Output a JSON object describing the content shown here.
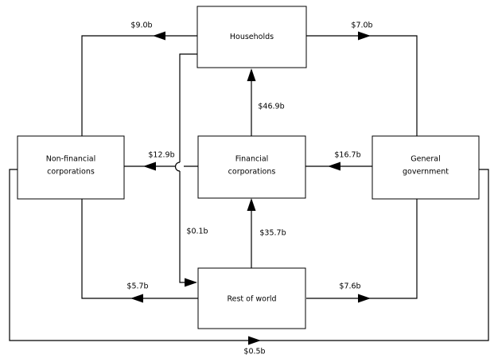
{
  "diagram": {
    "type": "flow-of-funds",
    "background_color": "#ffffff",
    "line_color": "#000000",
    "currency_unit": "b",
    "nodes": [
      {
        "id": "households",
        "label": "Households",
        "label_line1": "Households",
        "label_line2": ""
      },
      {
        "id": "nonfincorp",
        "label": "Non-financial corporations",
        "label_line1": "Non-financial",
        "label_line2": "corporations"
      },
      {
        "id": "fincorp",
        "label": "Financial corporations",
        "label_line1": "Financial",
        "label_line2": "corporations"
      },
      {
        "id": "government",
        "label": "General government",
        "label_line1": "General",
        "label_line2": "government"
      },
      {
        "id": "restofworld",
        "label": "Rest of world",
        "label_line1": "Rest of world",
        "label_line2": ""
      }
    ],
    "flows": [
      {
        "id": "flow-hh-to-nfc",
        "label": "$9.0b",
        "value": 9.0,
        "from": "households",
        "to": "nonfincorp"
      },
      {
        "id": "flow-hh-to-gov",
        "label": "$7.0b",
        "value": 7.0,
        "from": "households",
        "to": "government"
      },
      {
        "id": "flow-fc-to-hh",
        "label": "$46.9b",
        "value": 46.9,
        "from": "fincorp",
        "to": "households"
      },
      {
        "id": "flow-fc-to-nfc",
        "label": "$12.9b",
        "value": 12.9,
        "from": "fincorp",
        "to": "nonfincorp"
      },
      {
        "id": "flow-gov-to-fc",
        "label": "$16.7b",
        "value": 16.7,
        "from": "government",
        "to": "fincorp"
      },
      {
        "id": "flow-hh-to-row",
        "label": "$0.1b",
        "value": 0.1,
        "from": "households",
        "to": "restofworld"
      },
      {
        "id": "flow-row-to-fc",
        "label": "$35.7b",
        "value": 35.7,
        "from": "restofworld",
        "to": "fincorp"
      },
      {
        "id": "flow-row-to-nfc",
        "label": "$5.7b",
        "value": 5.7,
        "from": "restofworld",
        "to": "nonfincorp"
      },
      {
        "id": "flow-row-to-gov",
        "label": "$7.6b",
        "value": 7.6,
        "from": "restofworld",
        "to": "government"
      },
      {
        "id": "flow-nfc-to-gov",
        "label": "$0.5b",
        "value": 0.5,
        "from": "nonfincorp",
        "to": "government"
      }
    ]
  },
  "chart_data": {
    "type": "diagram",
    "title": "",
    "categories": [
      "Households",
      "Non-financial corporations",
      "Financial corporations",
      "General government",
      "Rest of world"
    ],
    "values": [
      9.0,
      7.0,
      46.9,
      12.9,
      16.7,
      0.1,
      35.7,
      5.7,
      7.6,
      0.5
    ],
    "edges": [
      {
        "source": "Households",
        "target": "Non-financial corporations",
        "value": 9.0,
        "label": "$9.0b"
      },
      {
        "source": "Households",
        "target": "General government",
        "value": 7.0,
        "label": "$7.0b"
      },
      {
        "source": "Financial corporations",
        "target": "Households",
        "value": 46.9,
        "label": "$46.9b"
      },
      {
        "source": "Financial corporations",
        "target": "Non-financial corporations",
        "value": 12.9,
        "label": "$12.9b"
      },
      {
        "source": "General government",
        "target": "Financial corporations",
        "value": 16.7,
        "label": "$16.7b"
      },
      {
        "source": "Households",
        "target": "Rest of world",
        "value": 0.1,
        "label": "$0.1b"
      },
      {
        "source": "Rest of world",
        "target": "Financial corporations",
        "value": 35.7,
        "label": "$35.7b"
      },
      {
        "source": "Rest of world",
        "target": "Non-financial corporations",
        "value": 5.7,
        "label": "$5.7b"
      },
      {
        "source": "Rest of world",
        "target": "General government",
        "value": 7.6,
        "label": "$7.6b"
      },
      {
        "source": "Non-financial corporations",
        "target": "General government",
        "value": 0.5,
        "label": "$0.5b"
      }
    ],
    "xlabel": "",
    "ylabel": "",
    "legend": []
  }
}
